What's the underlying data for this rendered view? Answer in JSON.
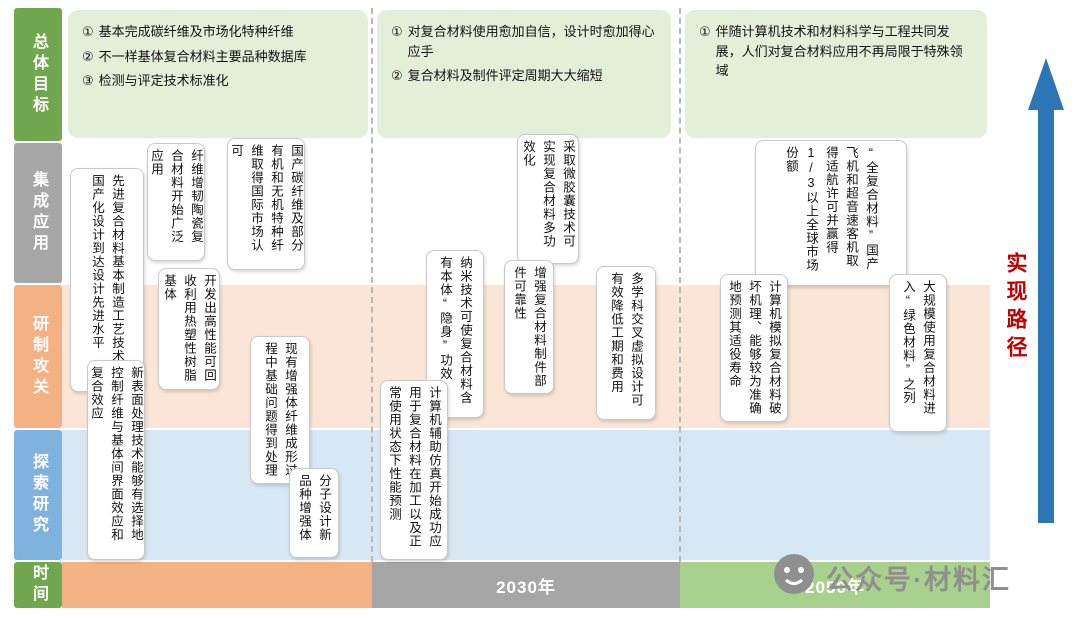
{
  "rows": [
    {
      "label": "总体目标"
    },
    {
      "label": "集成应用"
    },
    {
      "label": "研制攻关"
    },
    {
      "label": "探索研究"
    },
    {
      "label": "时间"
    }
  ],
  "goals": [
    {
      "items": [
        {
          "num": "①",
          "text": "基本完成碳纤维及市场化特种纤维"
        },
        {
          "num": "②",
          "text": "不一样基体复合材料主要品种数据库"
        },
        {
          "num": "③",
          "text": "检测与评定技术标准化"
        }
      ]
    },
    {
      "items": [
        {
          "num": "①",
          "text": "对复合材料使用愈加自信，设计时愈加得心应手"
        },
        {
          "num": "②",
          "text": "复合材料及制件评定周期大大缩短"
        }
      ]
    },
    {
      "items": [
        {
          "num": "①",
          "text": "伴随计算机技术和材料科学与工程共同发展，人们对复合材料应用不再局限于特殊领域"
        }
      ]
    }
  ],
  "boxes": [
    {
      "text": "先进复合材料基本制造工艺技术及国产化设计到达设计先进水平"
    },
    {
      "text": "纤维增韧陶瓷复合材料开始广泛应用"
    },
    {
      "text": "国产碳纤维及部分有机和无机特种纤维取得国际市场认可"
    },
    {
      "text": "开发出高性能可回收利用热塑性树脂基体"
    },
    {
      "text": "新表面处理技术能够有选择地控制纤维与基体间界面效应和复合效应"
    },
    {
      "text": "现有增强体纤维成形过程中基础问题得到处理"
    },
    {
      "text": "分子设计新品种增强体"
    },
    {
      "text": "采取微胶囊技术可实现复合材料多功效化"
    },
    {
      "text": "纳米技术可使复合材料含有本体“隐身”功效"
    },
    {
      "text": "增强复合材料制件部件可靠性"
    },
    {
      "text": "多学科交叉虚拟设计可有效降低工期和费用"
    },
    {
      "text": "计算机辅助仿真开始成功应用于复合材料在加工以及正常使用状态下性能预测"
    },
    {
      "text": "“全复合材料”国产飞机和超音速客机取得适航许可并赢得1/3以上全球市场份额"
    },
    {
      "text": "计算机模拟复合材料破坏机理、能够较为准确地预测其适役寿命"
    },
    {
      "text": "大规模使用复合材料进入“绿色材料”之列"
    }
  ],
  "timeline": [
    {
      "label": ""
    },
    {
      "label": "2030年"
    },
    {
      "label": "2050年"
    }
  ],
  "right_label": "实现路径",
  "watermark": {
    "text": "公众号·材料汇"
  },
  "colors": {
    "label_green": "#71a84f",
    "label_gray": "#a6a6a6",
    "label_orange": "#f4b183",
    "label_blue": "#7fb2de",
    "band_orange": "#fbe5d6",
    "band_blue": "#d7e8f4",
    "time_green": "#a9d18e",
    "card_green": "#e4efda",
    "arrow_blue": "#2e75b6",
    "accent_red": "#c00000"
  }
}
